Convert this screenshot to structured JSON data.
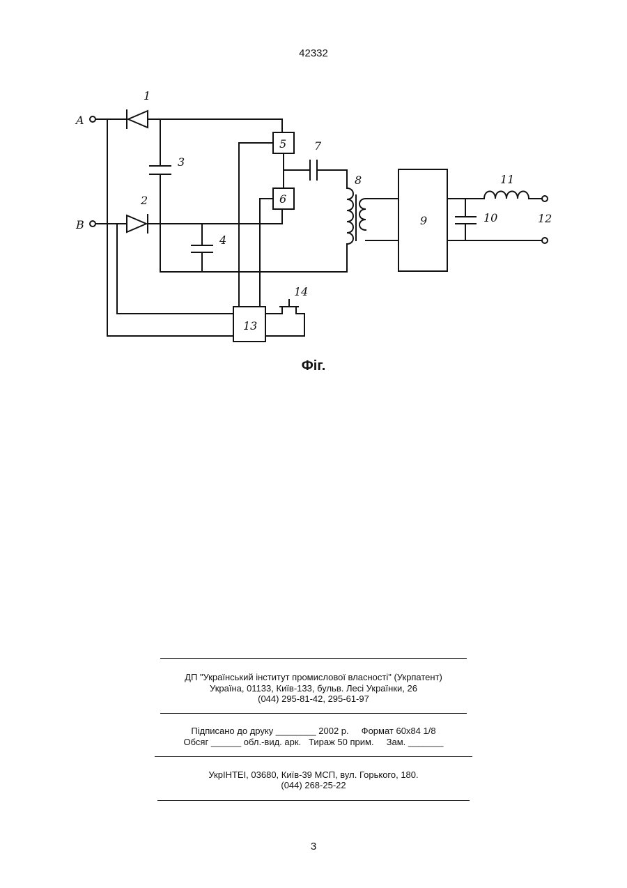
{
  "header": {
    "patent_number": "42332"
  },
  "figure": {
    "caption": "Фіг.",
    "terminals": {
      "a": "A",
      "b": "B",
      "output": "12"
    },
    "component_labels": {
      "c1": "1",
      "c2": "2",
      "c3": "3",
      "c4": "4",
      "c5": "5",
      "c6": "6",
      "c7": "7",
      "c8": "8",
      "c9": "9",
      "c10": "10",
      "c11": "11",
      "c13": "13",
      "c14": "14"
    }
  },
  "imprint": {
    "publisher_line1": "ДП \"Український інститут промислової власності\" (Укрпатент)",
    "publisher_line2": "Україна, 01133, Київ-133, бульв. Лесі Українки, 26",
    "publisher_phone": "(044) 295-81-42, 295-61-97",
    "signed_line": "Підписано до друку ________ 2002 р.     Формат 60х84 1/8",
    "volume_line": "Обсяг ______ обл.-вид. арк.   Тираж 50 прим.     Зам. _______",
    "printer_line": "УкрІНТЕІ, 03680, Київ-39 МСП, вул. Горького, 180.",
    "printer_phone": "(044) 268-25-22"
  },
  "footer": {
    "page_number": "3"
  }
}
